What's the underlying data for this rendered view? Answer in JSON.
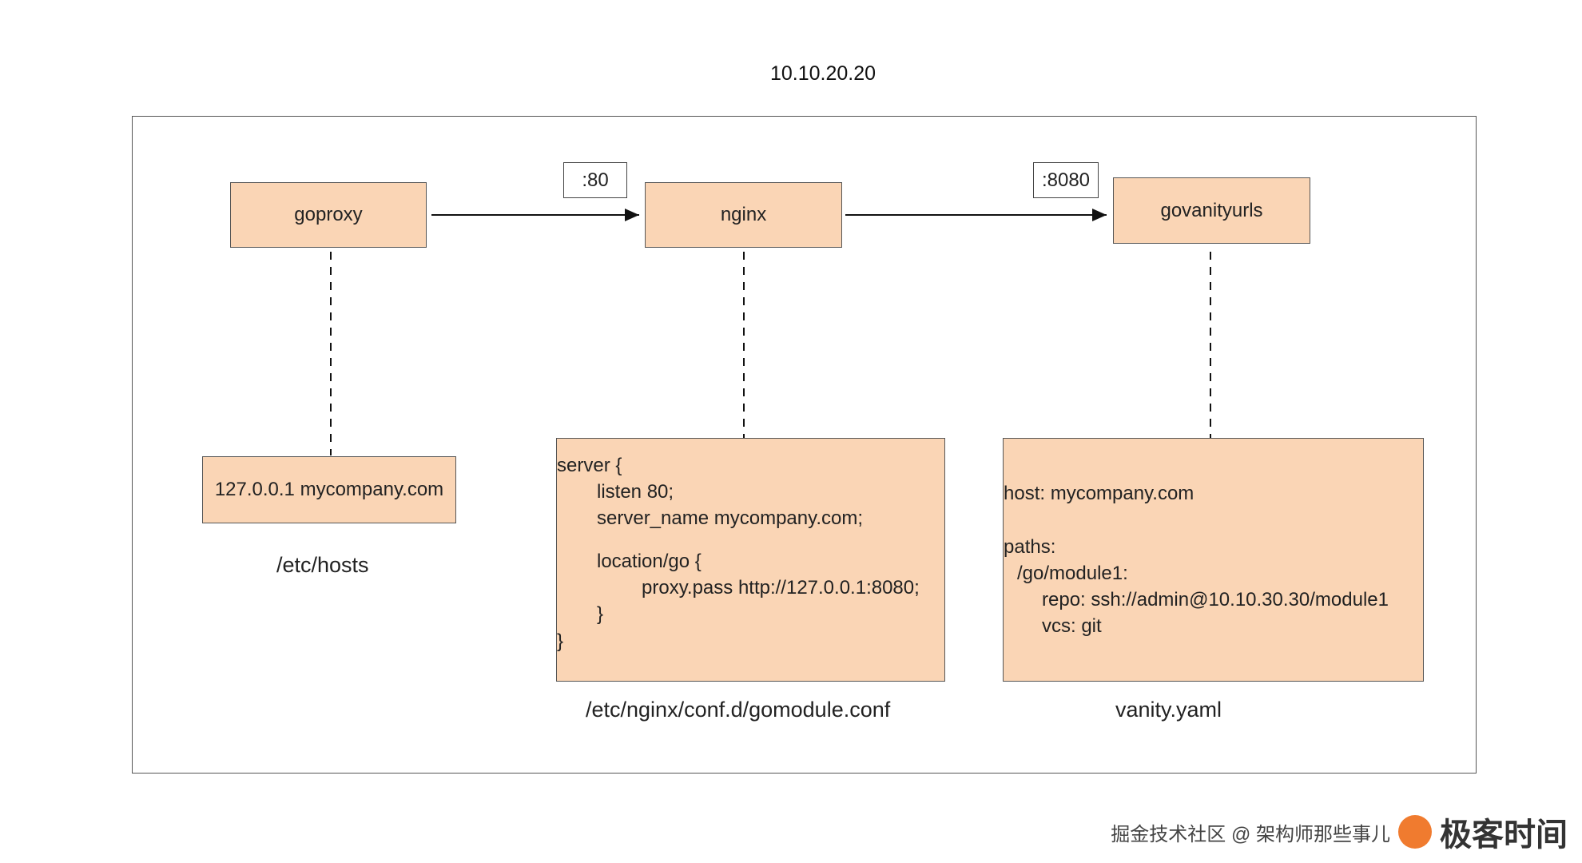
{
  "diagram": {
    "host_ip": "10.10.20.20",
    "nodes": {
      "goproxy": "goproxy",
      "nginx": "nginx",
      "govanityurls": "govanityurls"
    },
    "ports": {
      "nginx_port": ":80",
      "govanity_port": ":8080"
    },
    "hosts_box": {
      "line": "127.0.0.1 mycompany.com",
      "caption": "/etc/hosts"
    },
    "nginx_conf": {
      "lines": [
        "server {",
        "listen 80;",
        "server_name mycompany.com;",
        "location/go {",
        "proxy.pass http://127.0.0.1:8080;",
        "}",
        "}"
      ],
      "caption": "/etc/nginx/conf.d/gomodule.conf"
    },
    "vanity_conf": {
      "lines": [
        "host: mycompany.com",
        "paths:",
        "/go/module1:",
        "repo: ssh://admin@10.10.30.30/module1",
        "vcs: git"
      ],
      "caption": "vanity.yaml"
    }
  },
  "watermark": {
    "text": "掘金技术社区 @ 架构师那些事儿",
    "brand": "极客时间"
  },
  "colors": {
    "box_fill": "#fad5b5",
    "border": "#555555"
  }
}
